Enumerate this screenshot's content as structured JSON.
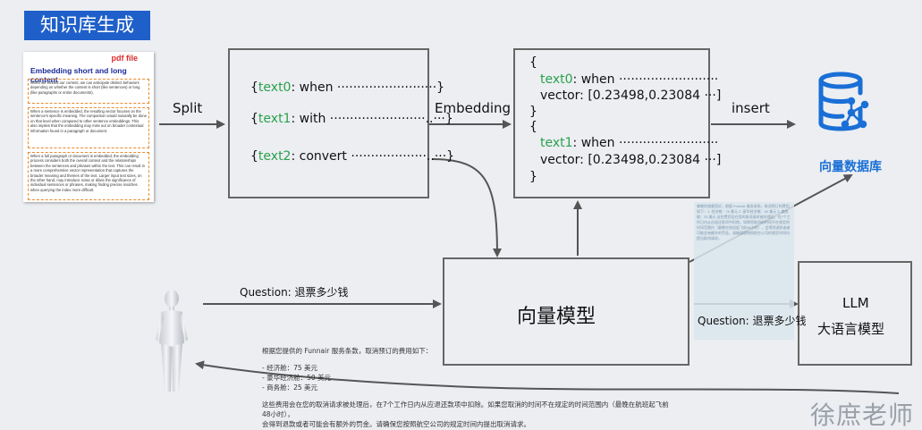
{
  "title": "知识库生成",
  "document": {
    "badge": "pdf file",
    "heading": "Embedding short and long content",
    "sections": [
      "When we embed our content, we can anticipate distinct behaviors depending on whether the content is short (like sentences) or long (like paragraphs or entire documents).",
      "When a sentence is embedded, the resulting vector focuses on the sentence's specific meaning. The comparison would naturally be done on that level when compared to other sentence embeddings. This also implies that the embedding may miss out on broader contextual information found in a paragraph or document.",
      "When a full paragraph or document is embedded, the embedding process considers both the overall context and the relationships between the sentences and phrases within the text. This can result in a more comprehensive vector representation that captures the broader meaning and themes of the text. Larger input text sizes, on the other hand, may introduce noise or dilute the significance of individual sentences or phrases, making finding precise matches when querying the index more difficult."
    ]
  },
  "labels": {
    "split": "Split",
    "embedding": "Embedding",
    "insert": "insert",
    "db": "向量数据库",
    "model": "向量模型",
    "llm_line1": "LLM",
    "llm_line2": "大语言模型",
    "question1": "Question: 退票多少钱",
    "question2": "Question: 退票多少钱",
    "watermark": "徐庶老师"
  },
  "chunks": [
    {
      "key": "text0",
      "value": ": when ·························}"
    },
    {
      "key": "text1",
      "value": ": with ························..···}"
    },
    {
      "key": "text2",
      "value": ": convert ···················..···}"
    }
  ],
  "vectors": {
    "items": [
      {
        "key": "text0",
        "text": ": when ·························",
        "vec": "vector: [0.23498,0.23084 ···]"
      },
      {
        "key": "text1",
        "text": ": when ·························",
        "vec": "vector: [0.23498,0.23084 ···]"
      }
    ]
  },
  "retrieved_text": "尊敬的旅客您好，根据 Funnair 服务条款，取消预订的费用如下：1. 经济舱：75 美元 2. 豪华经济舱：50 美元 3. 商务舱：25 美元 这些费用会在您的取消请求被处理后，在7个工作日内从应退还款项中扣除。如果您取消的时间不在规定的时间范围内（最晚在航班起飞前48小时），会得到退款或者可能会有额外的罚金。请确保您按照航空公司的规定时间内提出取消请求。",
  "answer": {
    "intro": "根据您提供的 Funnair 服务条款，取消预订的费用如下：",
    "items": [
      "- 经济舱：75 美元",
      "- 豪华经济舱：50 美元",
      "- 商务舱：25 美元"
    ],
    "outro1": "这些费用会在您的取消请求被处理后，在7个工作日内从应退还款项中扣除。如果您取消的时间不在规定的时间范围内（最晚在航班起飞前48小时），",
    "outro2": "会得到退款或者可能会有额外的罚金。请确保您按照航空公司的规定时间内提出取消请求。"
  }
}
